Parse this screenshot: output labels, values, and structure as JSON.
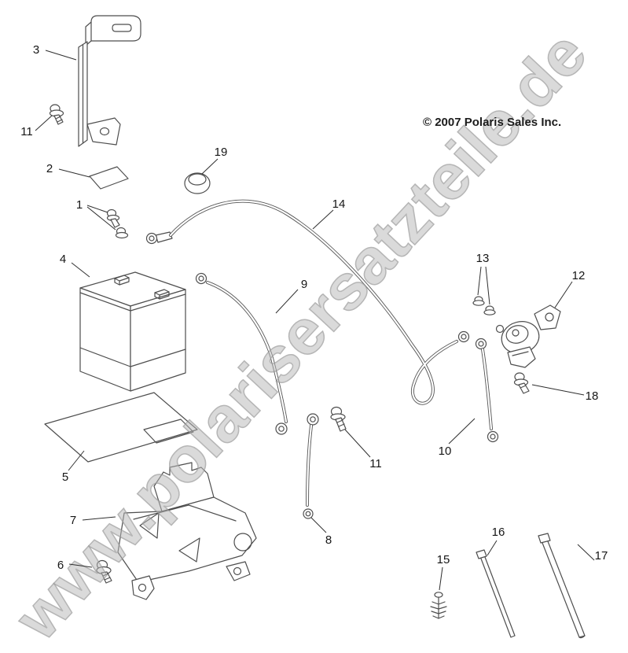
{
  "copyright": "© 2007 Polaris Sales Inc.",
  "watermark": "www.polarisersatzteile.de",
  "callouts": [
    {
      "label": "3"
    },
    {
      "label": "11"
    },
    {
      "label": "2"
    },
    {
      "label": "1"
    },
    {
      "label": "19"
    },
    {
      "label": "14"
    },
    {
      "label": "4"
    },
    {
      "label": "9"
    },
    {
      "label": "13"
    },
    {
      "label": "12"
    },
    {
      "label": "18"
    },
    {
      "label": "10"
    },
    {
      "label": "11"
    },
    {
      "label": "8"
    },
    {
      "label": "5"
    },
    {
      "label": "7"
    },
    {
      "label": "6"
    },
    {
      "label": "15"
    },
    {
      "label": "16"
    },
    {
      "label": "17"
    }
  ]
}
